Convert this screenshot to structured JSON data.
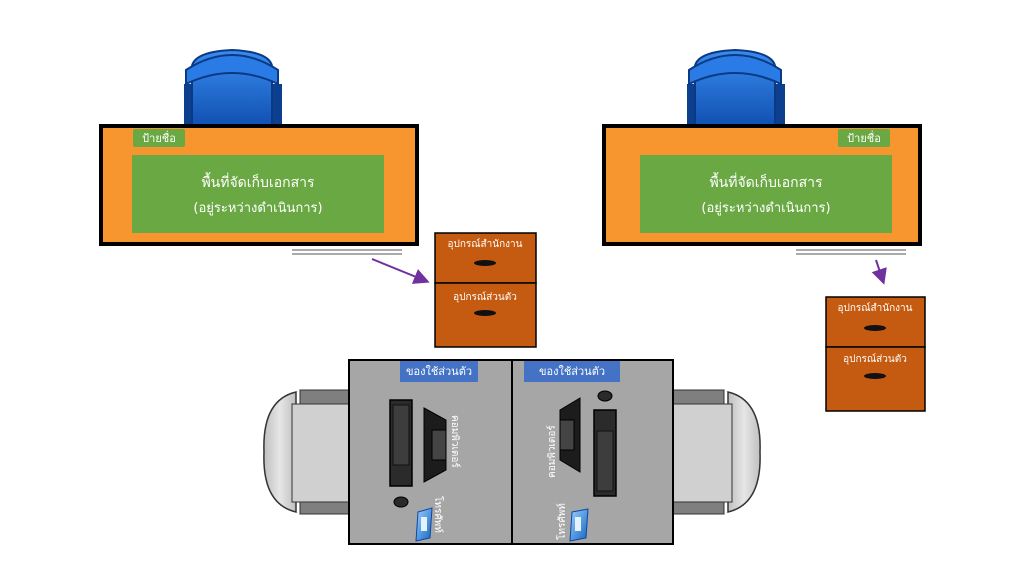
{
  "desks": [
    {
      "name_tag": "ป้ายชื่อ",
      "storage_line1": "พื้นที่จัดเก็บเอกสาร",
      "storage_line2": "(อยู่ระหว่างดำเนินการ)",
      "cabinet_top": "อุปกรณ์สำนักงาน",
      "cabinet_bottom": "อุปกรณ์ส่วนตัว"
    },
    {
      "name_tag": "ป้ายชื่อ",
      "storage_line1": "พื้นที่จัดเก็บเอกสาร",
      "storage_line2": "(อยู่ระหว่างดำเนินการ)",
      "cabinet_top": "อุปกรณ์สำนักงาน",
      "cabinet_bottom": "อุปกรณ์ส่วนตัว"
    }
  ],
  "workstations": [
    {
      "personal_label": "ของใช้ส่วนตัว",
      "computer_label": "คอมพิวเตอร์",
      "phone_label": "โทรศัพท์"
    },
    {
      "personal_label": "ของใช้ส่วนตัว",
      "computer_label": "คอมพิวเตอร์",
      "phone_label": "โทรศัพท์"
    }
  ],
  "colors": {
    "desk_orange": "#F7962F",
    "storage_green": "#6AA843",
    "cabinet_brown": "#C55A11",
    "chair_blue": "#1F6FD6",
    "workstation_gray": "#A6A6A6",
    "personal_label_blue": "#4472C4",
    "arrow_purple": "#7030A0"
  }
}
